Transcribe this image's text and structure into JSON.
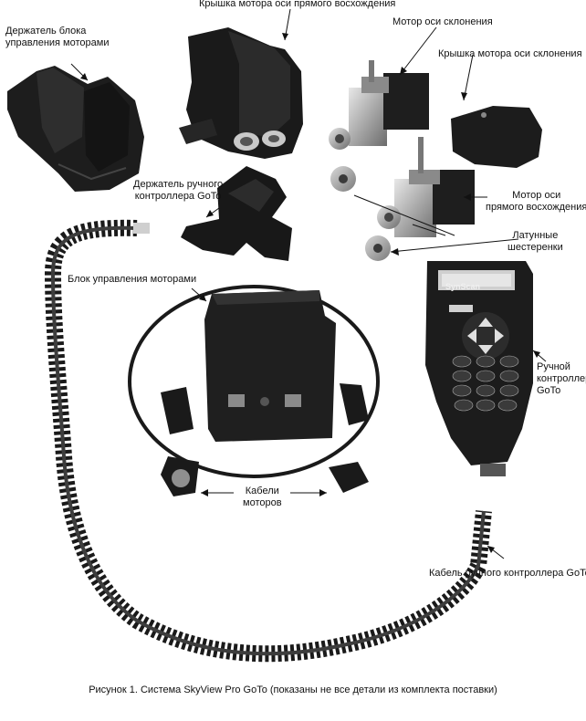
{
  "labels": {
    "ra_motor_cover": "Крышка мотора оси прямого восхождения",
    "dec_motor": "Мотор оси склонения",
    "dec_motor_cover": "Крышка мотора оси склонения",
    "ra_motor_line1": "Мотор оси",
    "ra_motor_line2": "прямого восхождения",
    "brass_gears_line1": "Латунные",
    "brass_gears_line2": "шестеренки",
    "mount_holder_line1": "Держатель блока",
    "mount_holder_line2": "управления моторами",
    "handset_holder_line1": "Держатель ручного",
    "handset_holder_line2": "контроллера GoTo",
    "control_box": "Блок управления моторами",
    "handset_line1": "Ручной",
    "handset_line2": "контроллер",
    "handset_line3": "GoTo",
    "motor_cables_line1": "Кабели",
    "motor_cables_line2": "моторов",
    "handset_cable": "Кабель ручного контроллера GoTo"
  },
  "handset": {
    "brand": "SynScan"
  },
  "caption": "Рисунок 1. Система SkyView Pro GoTo (показаны не все детали из комплекта поставки)"
}
